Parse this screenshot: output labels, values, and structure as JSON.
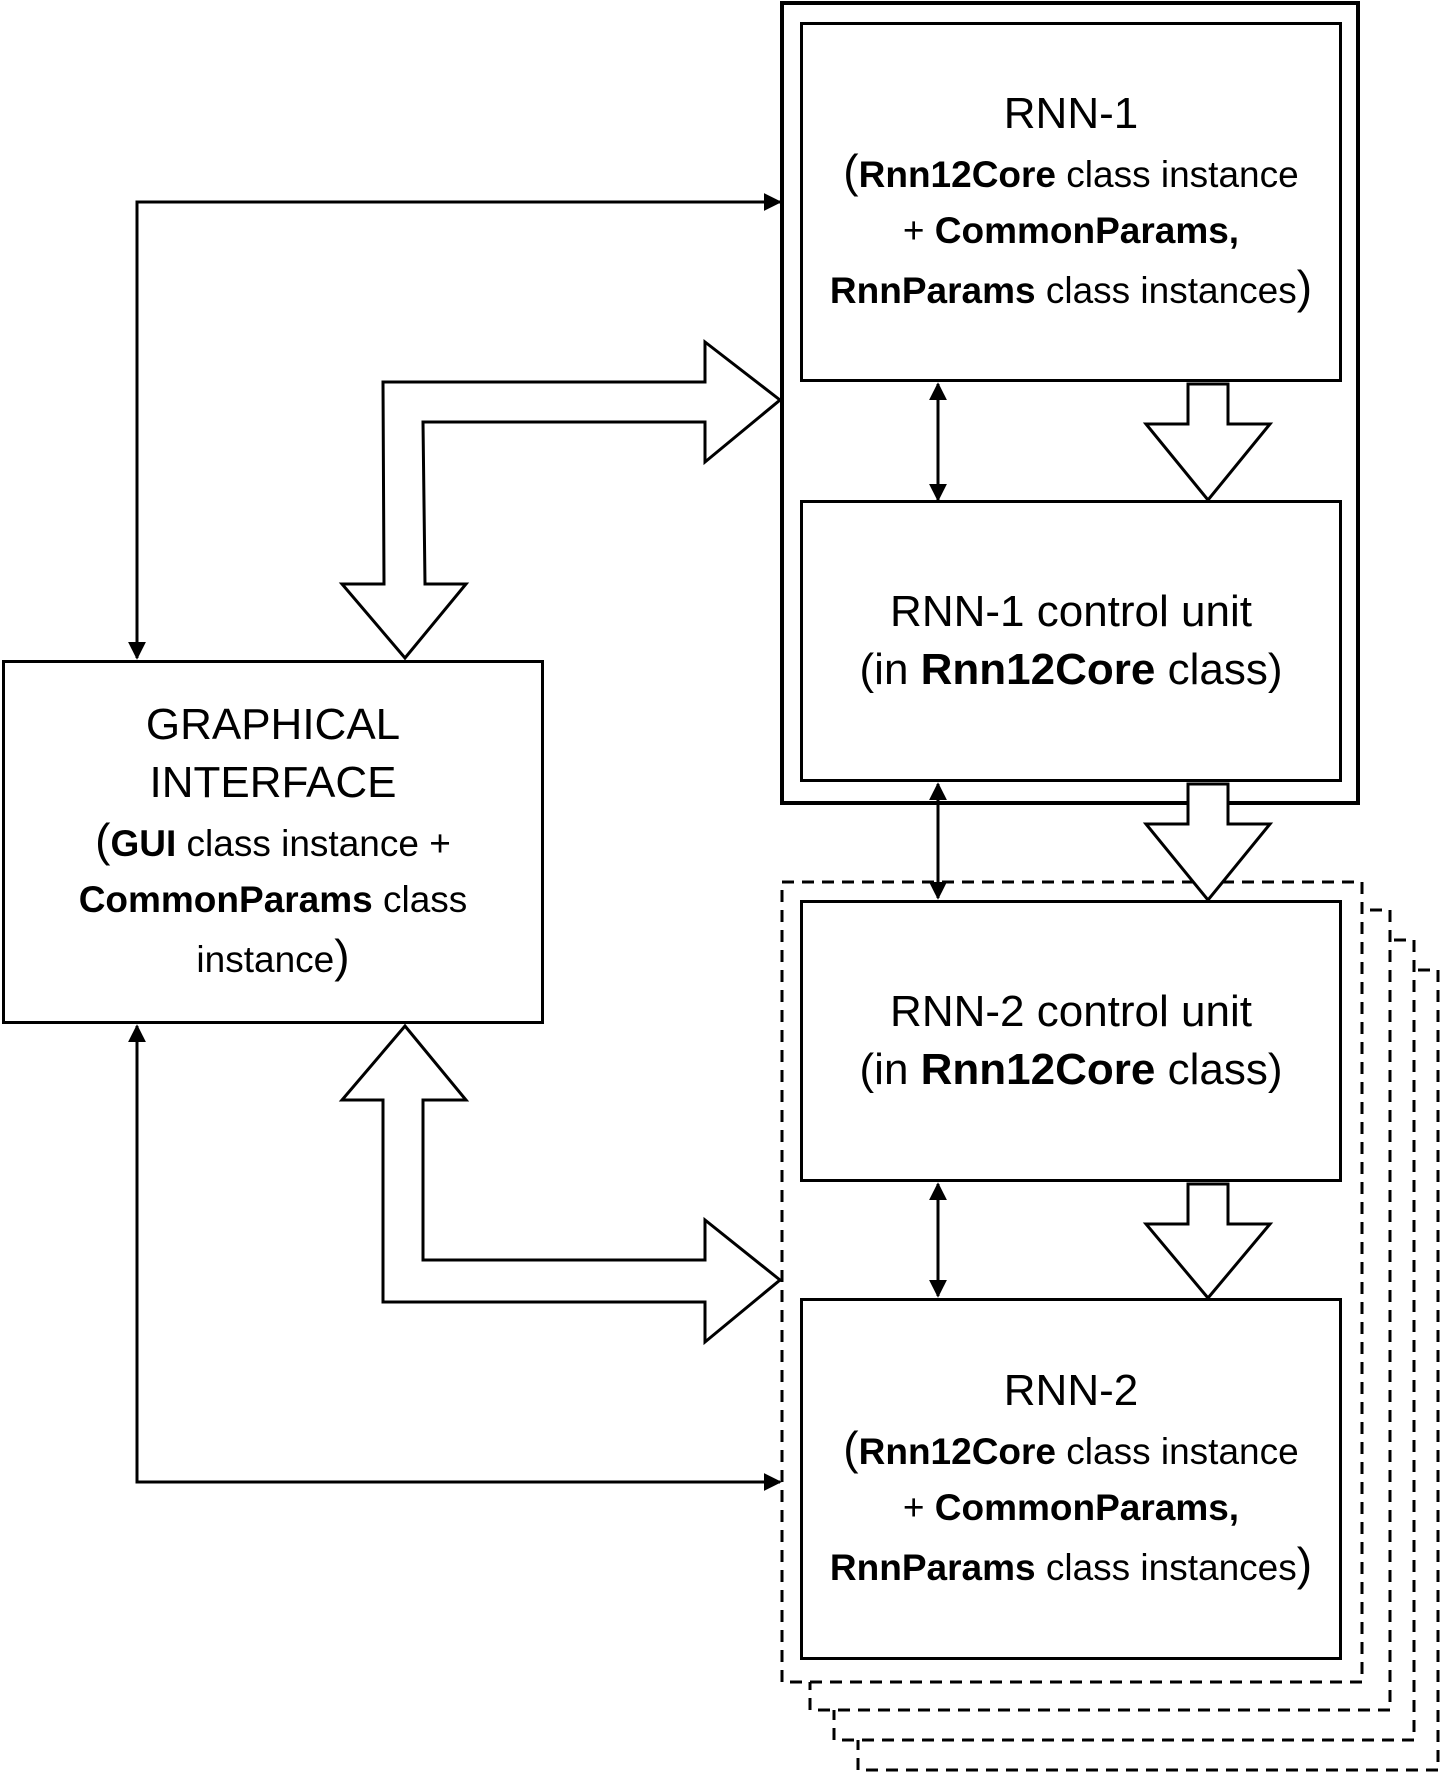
{
  "gui": {
    "title1": "GRAPHICAL",
    "title2": "INTERFACE",
    "l1_open": "(",
    "l1_bold": "GUI",
    "l1_rest": " class instance +",
    "l2_bold": "CommonParams",
    "l2_rest": " class",
    "l3_text": "instance",
    "l3_close": ")"
  },
  "rnn1": {
    "title": "RNN-1",
    "l1_open": "(",
    "l1_bold": "Rnn12Core",
    "l1_rest": " class instance",
    "l2_pre": "+ ",
    "l2_bold": "CommonParams,",
    "l3_bold": "RnnParams",
    "l3_rest": " class instances",
    "l3_close": ")"
  },
  "cu1": {
    "title": "RNN-1 control unit",
    "l2_pre": "(in ",
    "l2_bold": "Rnn12Core",
    "l2_post": " class)"
  },
  "cu2": {
    "title": "RNN-2 control unit",
    "l2_pre": "(in ",
    "l2_bold": "Rnn12Core",
    "l2_post": " class)"
  },
  "rnn2": {
    "title": "RNN-2",
    "l1_open": "(",
    "l1_bold": "Rnn12Core",
    "l1_rest": " class instance",
    "l2_pre": "+ ",
    "l2_bold": "CommonParams,",
    "l3_bold": "RnnParams",
    "l3_rest": " class instances",
    "l3_close": ")"
  }
}
